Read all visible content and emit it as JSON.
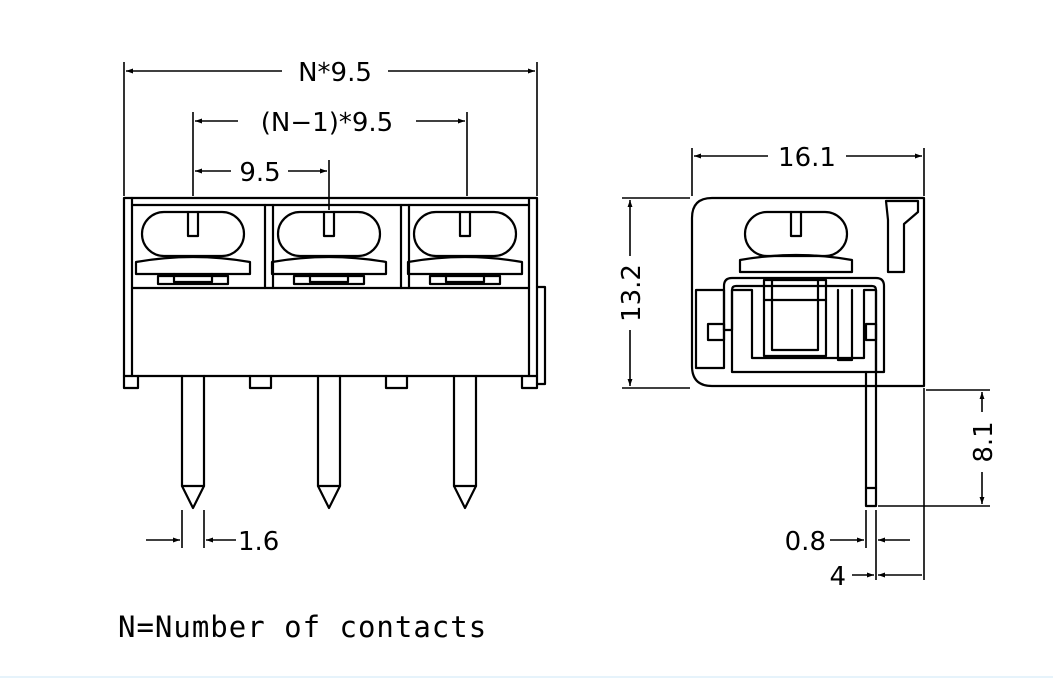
{
  "dimensions": {
    "total_width": "N*9.5",
    "pitch_span": "(N−1)*9.5",
    "pitch": "9.5",
    "pin_width": "1.6",
    "side_width": "16.1",
    "height": "13.2",
    "pin_length": "8.1",
    "pin_thickness": "0.8",
    "pin_offset": "4"
  },
  "note": "N=Number of contacts"
}
